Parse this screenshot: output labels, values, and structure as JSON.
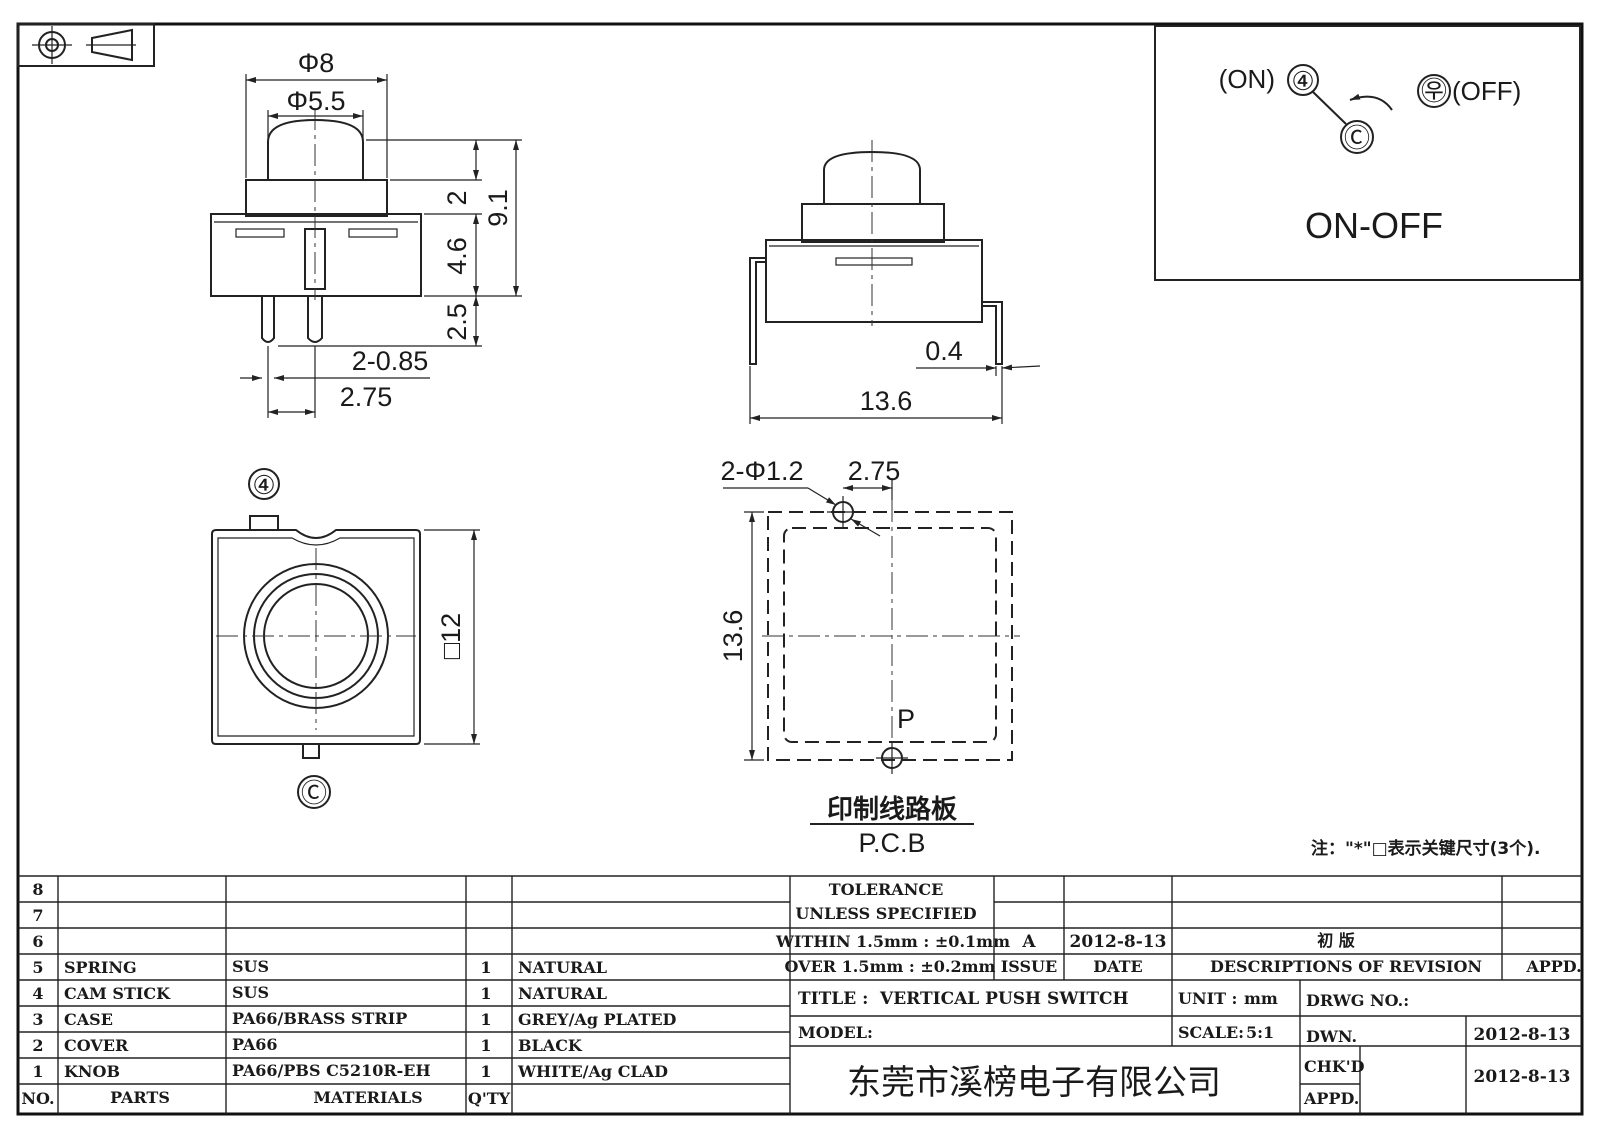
{
  "views": {
    "front": {
      "dims": {
        "outer_dia": "Φ8",
        "inner_dia": "Φ5.5",
        "h_cap": "2",
        "h_total": "9.1",
        "h_body": "4.6",
        "h_pin": "2.5",
        "pin_dia": "2-0.85",
        "pin_pitch": "2.75"
      }
    },
    "side": {
      "dims": {
        "width": "13.6",
        "lead_thickness": "0.4"
      }
    },
    "top": {
      "pin_top": "④",
      "pin_bottom": "Ⓒ",
      "size": "□12"
    },
    "pcb": {
      "hole_dia": "2-Φ1.2",
      "hole_pitch": "2.75",
      "size": "13.6",
      "point_label": "P",
      "caption_cn": "印制线路板",
      "caption_en": "P.C.B"
    }
  },
  "circuit": {
    "on_label": "(ON)",
    "terminal_4": "④",
    "terminal_c": "Ⓒ",
    "off_symbol": "㉾",
    "off_label": "(OFF)",
    "function": "ON-OFF"
  },
  "note": "注：\"*\"□表示关键尺寸(3个).",
  "title_block": {
    "bom_rows": [
      {
        "no": "8",
        "part": "",
        "material": "",
        "qty": "",
        "finish": ""
      },
      {
        "no": "7",
        "part": "",
        "material": "",
        "qty": "",
        "finish": ""
      },
      {
        "no": "6",
        "part": "",
        "material": "",
        "qty": "",
        "finish": ""
      },
      {
        "no": "5",
        "part": "SPRING",
        "material": "SUS",
        "qty": "1",
        "finish": "NATURAL"
      },
      {
        "no": "4",
        "part": "CAM STICK",
        "material": "SUS",
        "qty": "1",
        "finish": "NATURAL"
      },
      {
        "no": "3",
        "part": "CASE",
        "material": "PA66/BRASS STRIP",
        "qty": "1",
        "finish": "GREY/Ag PLATED"
      },
      {
        "no": "2",
        "part": "COVER",
        "material": "PA66",
        "qty": "1",
        "finish": "BLACK"
      },
      {
        "no": "1",
        "part": "KNOB",
        "material": "PA66/PBS C5210R-EH",
        "qty": "1",
        "finish": "WHITE/Ag CLAD"
      }
    ],
    "headers": {
      "no": "NO.",
      "parts": "PARTS",
      "materials": "MATERIALS",
      "qty": "Q'TY"
    },
    "tolerance": {
      "line1": "TOLERANCE",
      "line2": "UNLESS  SPECIFIED",
      "line3": "WITHIN 1.5mm : ±0.1mm",
      "line4": "OVER 1.5mm : ±0.2mm"
    },
    "revision": {
      "issue": "A",
      "date": "2012-8-13",
      "description": "初  版",
      "issue_label": "ISSUE",
      "date_label": "DATE",
      "desc_label": "DESCRIPTIONS OF REVISION",
      "appd_label": "APPD."
    },
    "title_label": "TITLE :",
    "title": "VERTICAL PUSH SWITCH",
    "unit_label": "UNIT :",
    "unit": "mm",
    "drwg_label": "DRWG NO.:",
    "model_label": "MODEL:",
    "scale_label": "SCALE:",
    "scale": "5:1",
    "dwn_label": "DWN.",
    "dwn_date": "2012-8-13",
    "chkd_label": "CHK'D",
    "chkd_date": "2012-8-13",
    "appd_label": "APPD.",
    "company": "东莞市溪榜电子有限公司"
  }
}
